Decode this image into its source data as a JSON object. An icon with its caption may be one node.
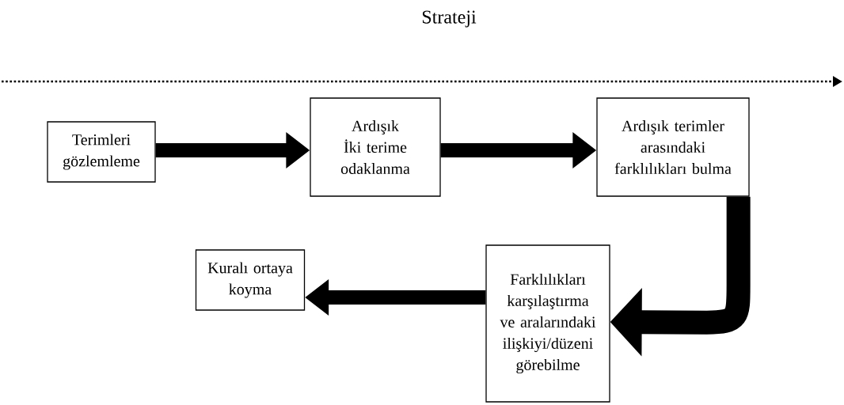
{
  "diagram": {
    "title": "Strateji",
    "nodes": [
      {
        "text": [
          "Terimleri gözlemleme"
        ]
      },
      {
        "text": [
          "Ardışık İki terime odaklanma"
        ]
      },
      {
        "text": [
          "Ardışık terimler arasındaki farklılıkları bulma"
        ]
      },
      {
        "text": [
          "Farklılıkları karşılaştırma ve aralarındaki ilişkiyi/düzeni görebilme"
        ]
      },
      {
        "text": [
          "Kuralı ortaya koyma"
        ]
      }
    ],
    "edges": [
      {
        "from": 0,
        "to": 1,
        "arrow": "to"
      },
      {
        "from": 1,
        "to": 2,
        "arrow": "to"
      },
      {
        "from": 2,
        "to": 3,
        "arrow": "to"
      },
      {
        "from": 3,
        "to": 4,
        "arrow": "to"
      }
    ]
  }
}
